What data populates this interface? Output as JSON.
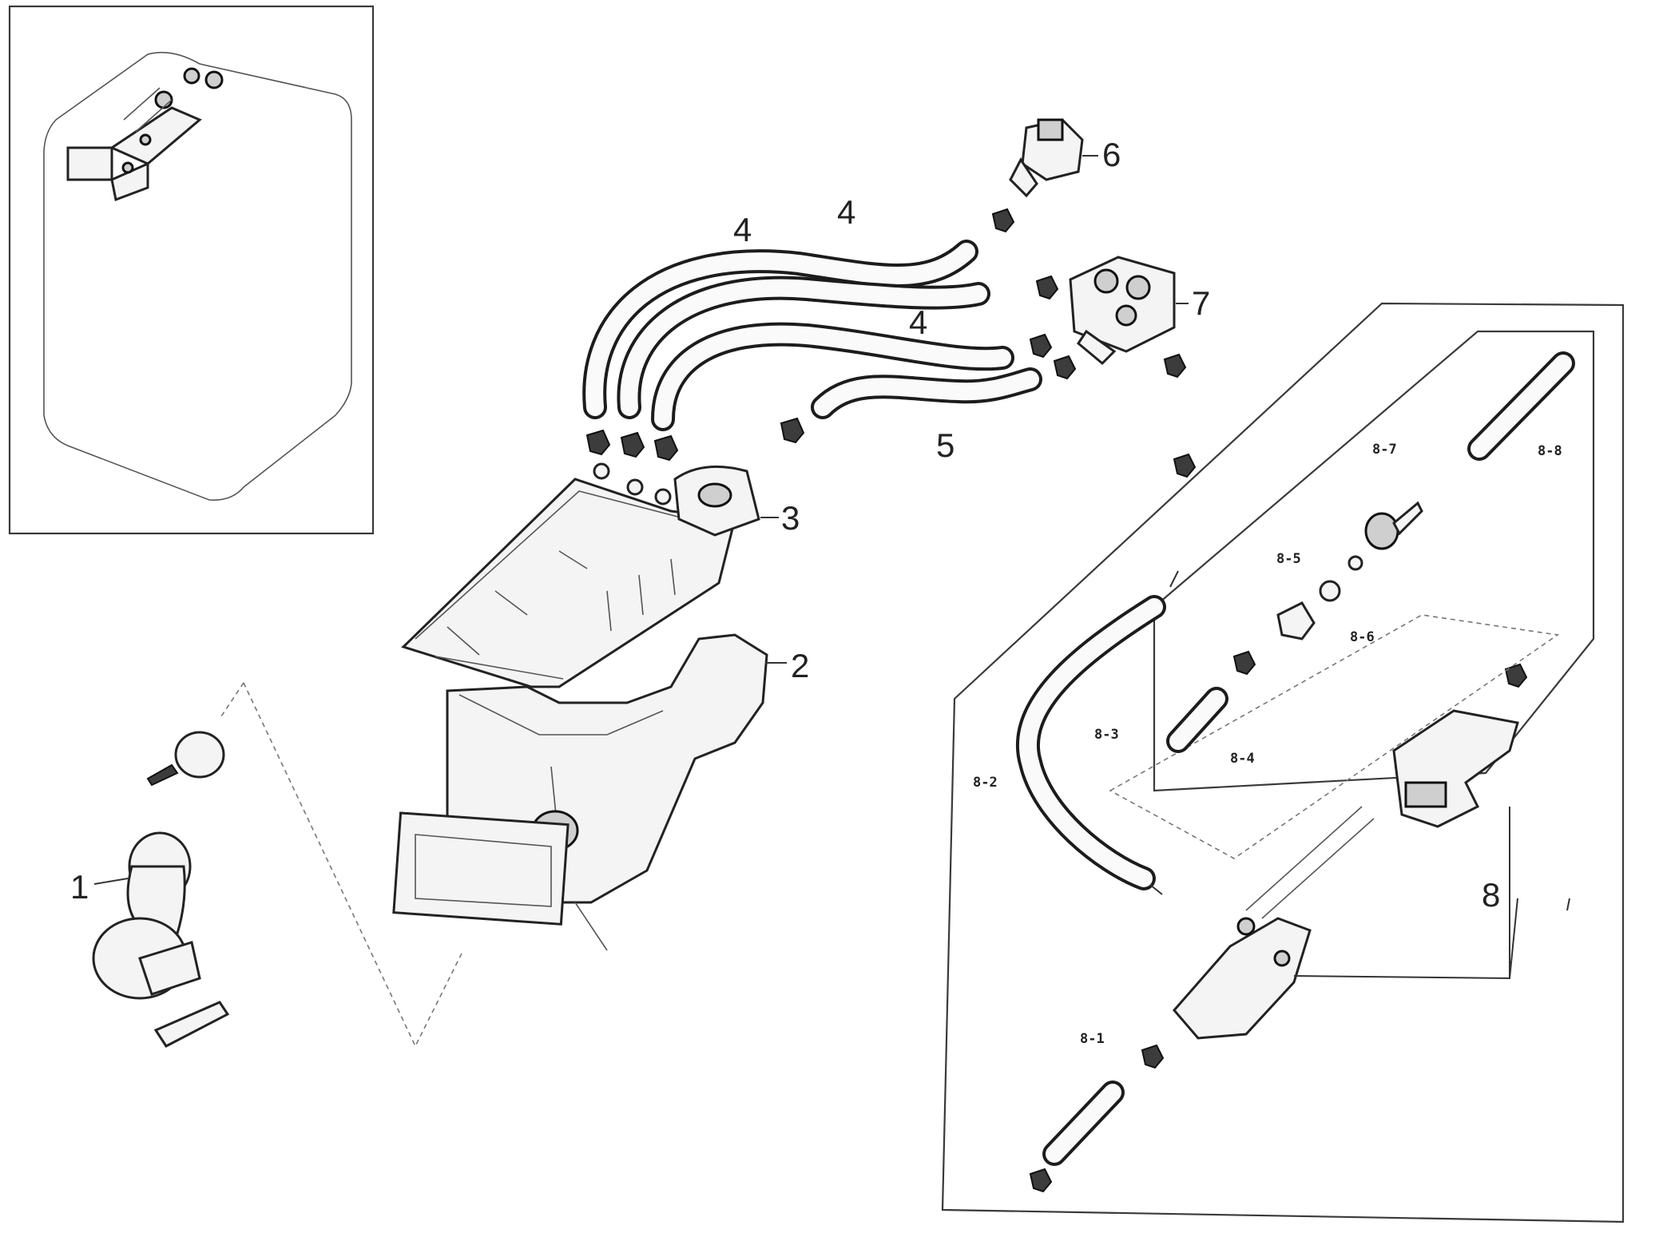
{
  "callouts": {
    "c1": "1",
    "c2": "2",
    "c3": "3",
    "c4a": "4",
    "c4b": "4",
    "c4c": "4",
    "c5": "5",
    "c6": "6",
    "c7": "7",
    "c8": "8",
    "c8_1": "8-1",
    "c8_2": "8-2",
    "c8_3": "8-3",
    "c8_4": "8-4",
    "c8_5": "8-5",
    "c8_6": "8-6",
    "c8_7": "8-7",
    "c8_8": "8-8"
  }
}
